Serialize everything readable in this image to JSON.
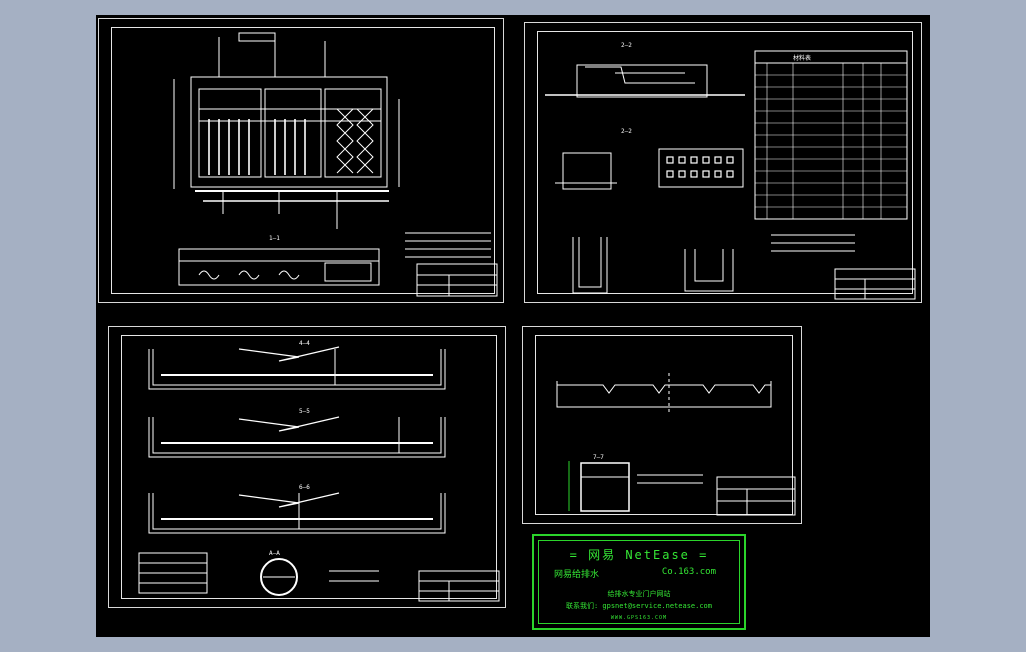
{
  "app": {
    "background": "#a5b0c3",
    "canvas_color": "#000000",
    "line_color": "#ffffff",
    "stamp_color": "#2bd42b"
  },
  "sheet_a": {
    "section_label": "1—1"
  },
  "sheet_b": {
    "section_top": "2—2",
    "section_mid": "2—2",
    "table_title": "材料表"
  },
  "sheet_c": {
    "sec4": "4—4",
    "sec5": "5—5",
    "sec6": "6—6",
    "detail": "A—A"
  },
  "sheet_d": {
    "sec7": "7—7"
  },
  "stamp": {
    "line1": "=  网易  NetEase  =",
    "line2": "网易给排水",
    "line3": "Co.163.com",
    "line4": "给排水专业门户网站",
    "line5": "联系我们: gpsnet@service.netease.com",
    "line6": "WWW.GPS163.COM"
  }
}
